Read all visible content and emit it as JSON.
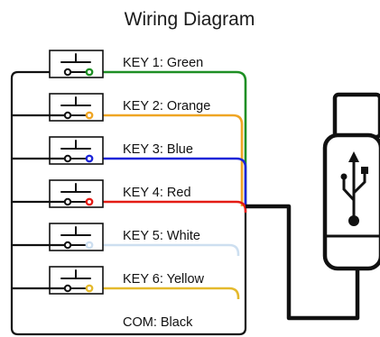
{
  "title": "Wiring Diagram",
  "keys": [
    {
      "label": "KEY 1: Green",
      "color": "#1e8f24"
    },
    {
      "label": "KEY 2: Orange",
      "color": "#efa523"
    },
    {
      "label": "KEY 3: Blue",
      "color": "#1b24d8"
    },
    {
      "label": "KEY 4: Red",
      "color": "#e41b14"
    },
    {
      "label": "KEY 5: White",
      "color": "#cddff0"
    },
    {
      "label": "KEY 6: Yellow",
      "color": "#e4b92c"
    }
  ],
  "common": {
    "label": "COM: Black",
    "color": "#111111"
  },
  "icons": {
    "connector": "usb-flash-drive-icon",
    "symbol": "usb-symbol-icon",
    "switch": "push-button-switch-icon"
  }
}
